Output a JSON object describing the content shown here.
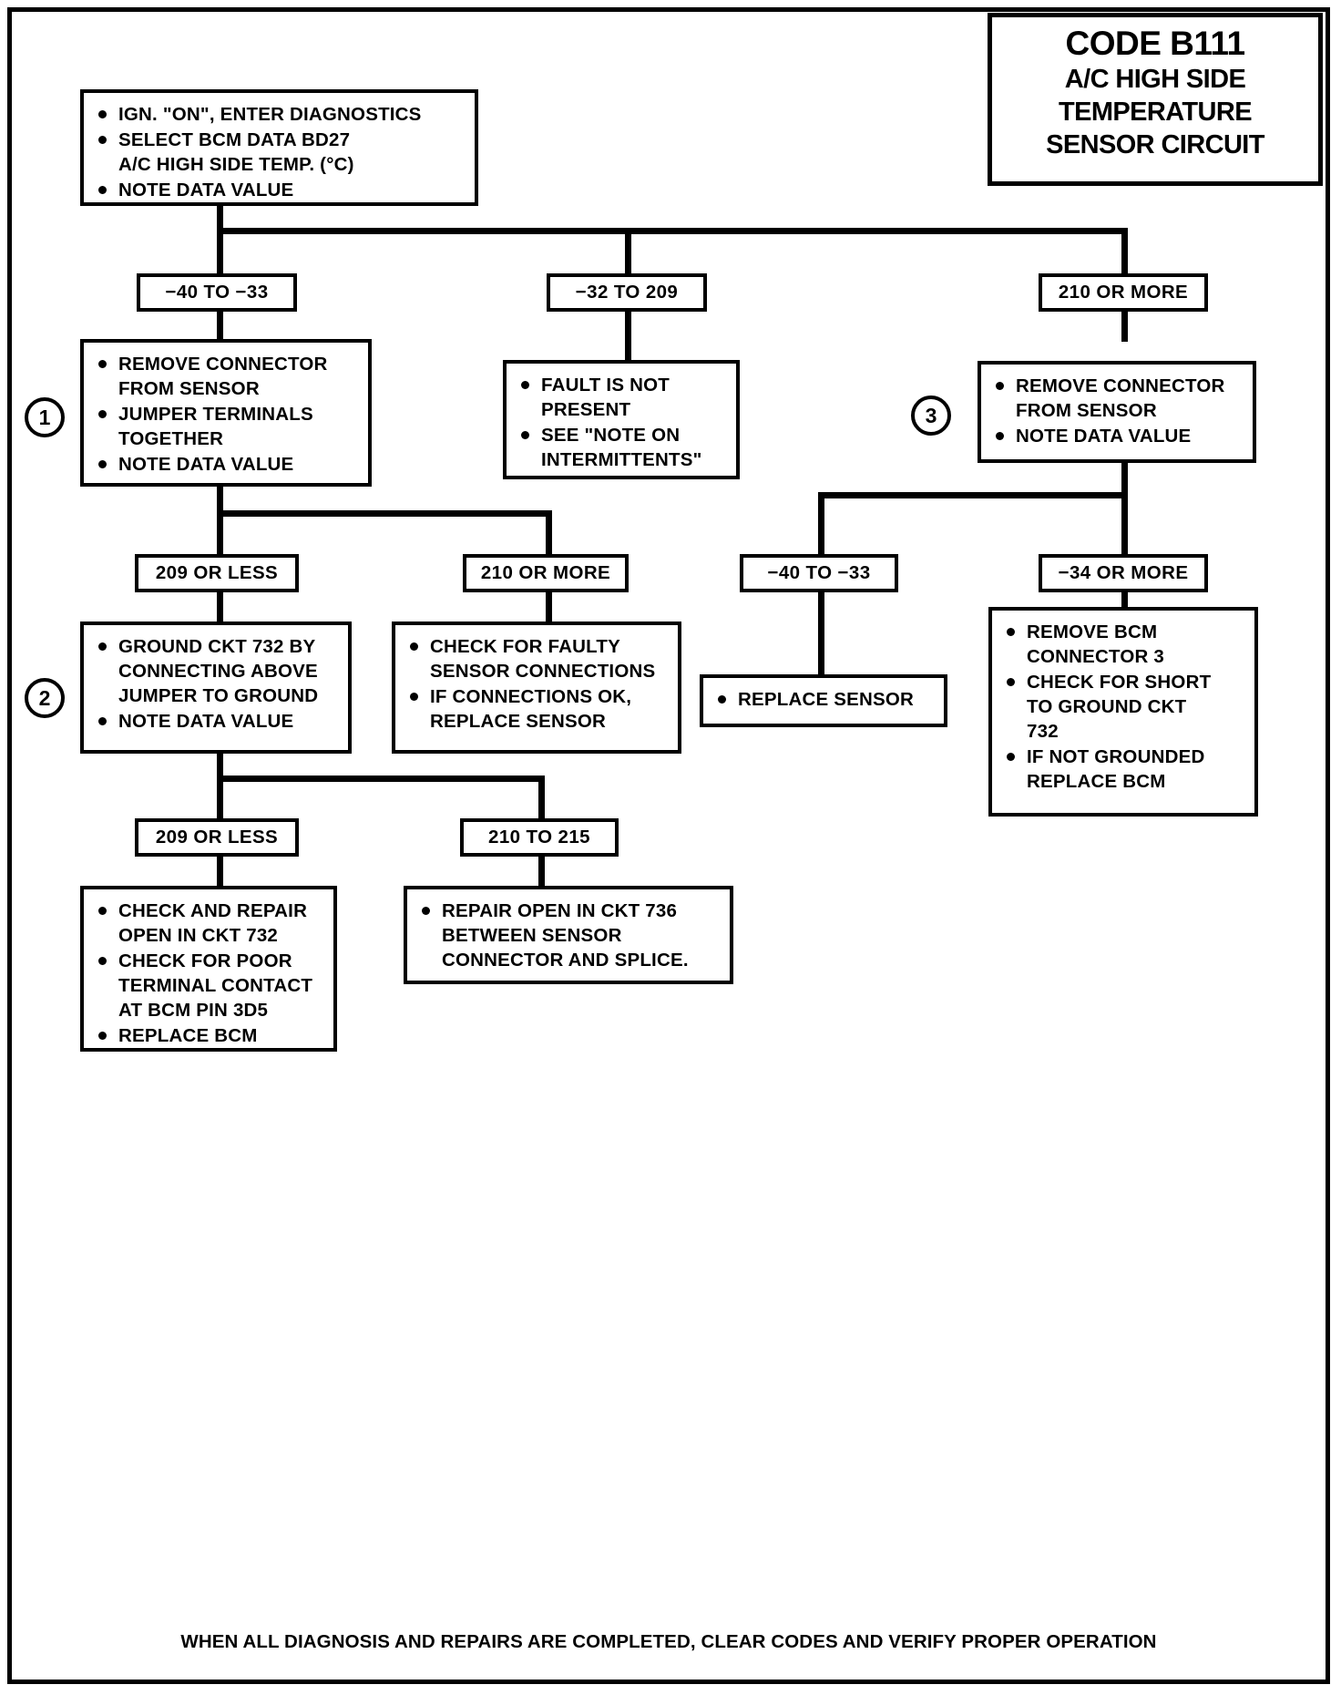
{
  "title": {
    "code": "CODE B111",
    "line1": "A/C HIGH SIDE",
    "line2": "TEMPERATURE",
    "line3": "SENSOR CIRCUIT"
  },
  "steps": {
    "marker1": "1",
    "marker2": "2",
    "marker3": "3"
  },
  "boxes": {
    "start": {
      "items": [
        "IGN. \"ON\", ENTER DIAGNOSTICS",
        "SELECT BCM DATA BD27\nA/C HIGH SIDE TEMP. (°C)",
        "NOTE DATA VALUE"
      ]
    },
    "remove_connector_jumper": {
      "items": [
        "REMOVE CONNECTOR\nFROM SENSOR",
        "JUMPER TERMINALS\nTOGETHER",
        "NOTE DATA VALUE"
      ]
    },
    "fault_not_present": {
      "items": [
        "FAULT IS NOT\nPRESENT",
        "SEE \"NOTE ON\nINTERMITTENTS\""
      ]
    },
    "remove_connector_note": {
      "items": [
        "REMOVE CONNECTOR\nFROM SENSOR",
        "NOTE DATA VALUE"
      ]
    },
    "ground_ckt_732": {
      "items": [
        "GROUND CKT 732 BY\nCONNECTING ABOVE\nJUMPER TO GROUND",
        "NOTE DATA VALUE"
      ]
    },
    "check_faulty_connections": {
      "items": [
        "CHECK FOR FAULTY\nSENSOR CONNECTIONS",
        "IF CONNECTIONS OK,\nREPLACE SENSOR"
      ]
    },
    "replace_sensor": {
      "items": [
        "REPLACE SENSOR"
      ]
    },
    "remove_bcm_connector3": {
      "items": [
        "REMOVE BCM\nCONNECTOR 3",
        "CHECK FOR SHORT\nTO GROUND CKT\n732",
        "IF NOT GROUNDED\nREPLACE BCM"
      ]
    },
    "check_repair_open_732": {
      "items": [
        "CHECK AND REPAIR\nOPEN IN CKT 732",
        "CHECK FOR POOR\nTERMINAL CONTACT\nAT BCM PIN 3D5",
        "REPLACE BCM"
      ]
    },
    "repair_open_736": {
      "items": [
        "REPAIR OPEN IN CKT 736\nBETWEEN SENSOR\nCONNECTOR AND SPLICE."
      ]
    }
  },
  "range_labels": {
    "r1_low": "−40 TO −33",
    "r1_mid": "−32 TO 209",
    "r1_high": "210 OR MORE",
    "r2_low": "209 OR LESS",
    "r2_high": "210 OR MORE",
    "r3_low": "−40 TO −33",
    "r3_high": "−34 OR MORE",
    "r4_low": "209 OR LESS",
    "r4_high": "210 TO 215"
  },
  "footer": {
    "note": "WHEN ALL DIAGNOSIS AND REPAIRS ARE COMPLETED, CLEAR CODES AND VERIFY PROPER OPERATION"
  }
}
